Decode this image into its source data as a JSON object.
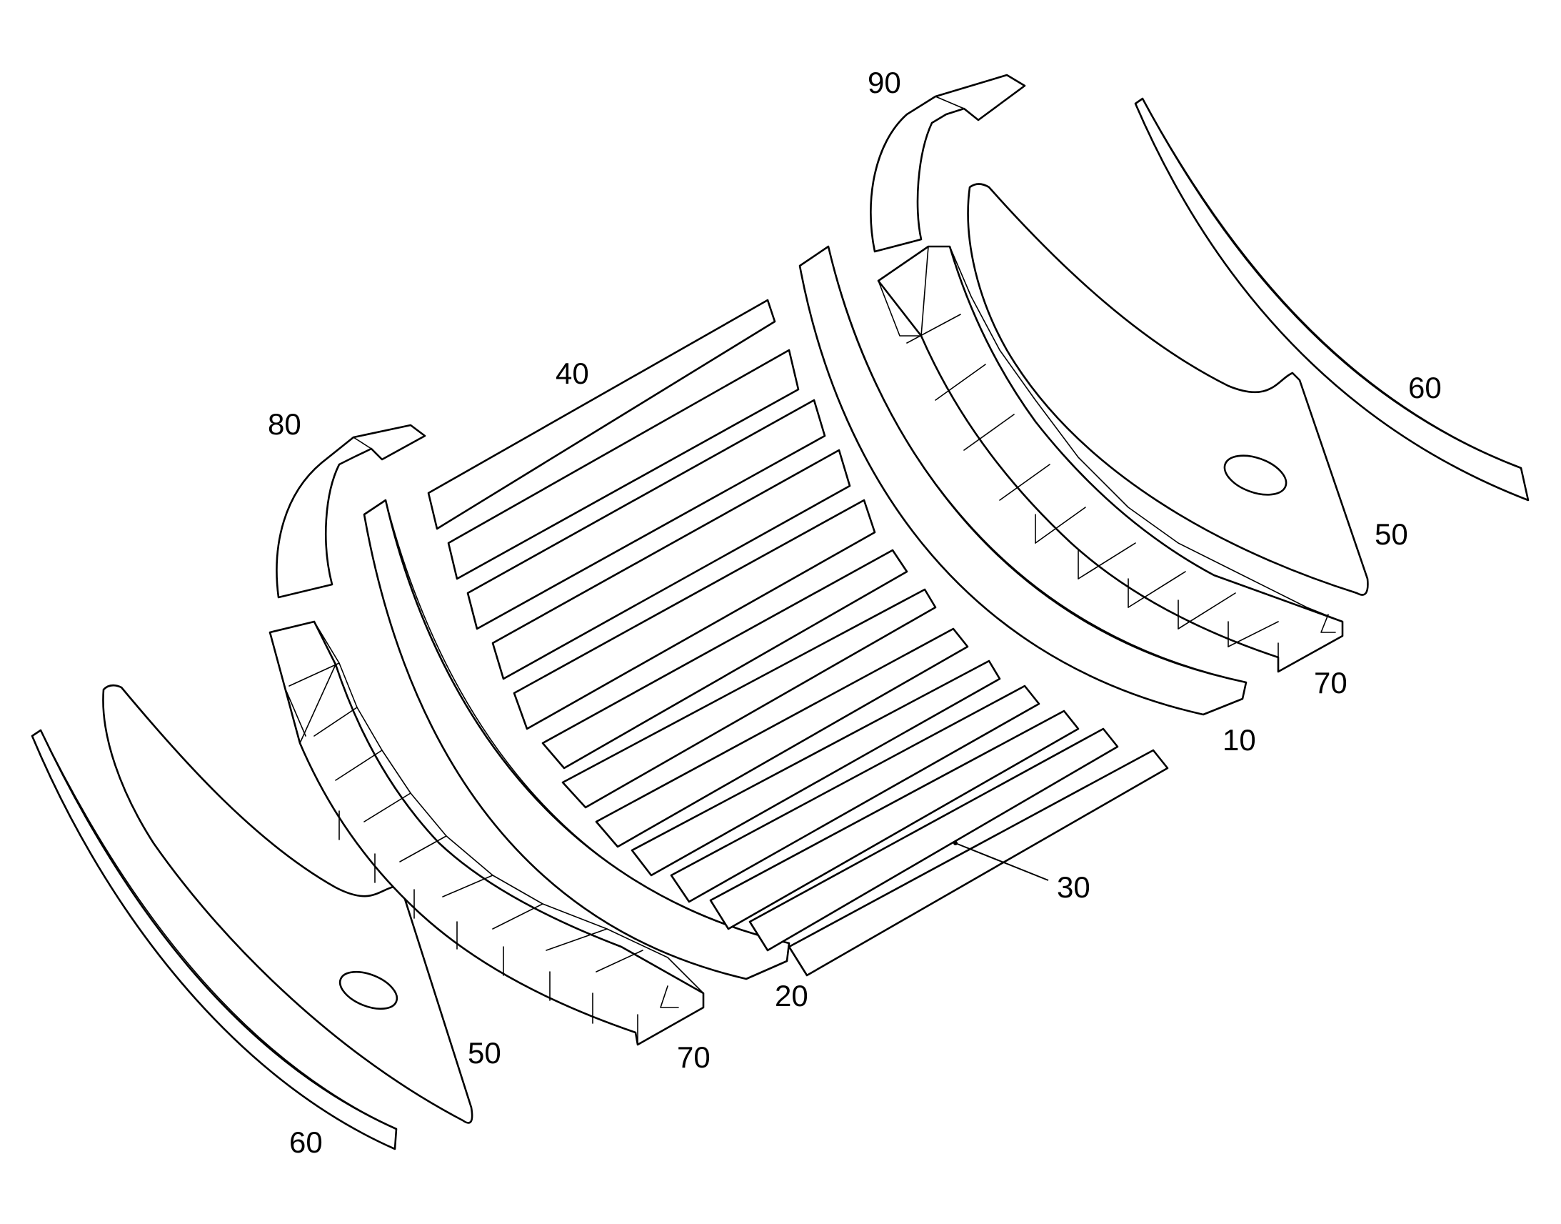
{
  "figure": {
    "labels": {
      "r10": "10",
      "r20": "20",
      "r30": "30",
      "r40": "40",
      "r50_left": "50",
      "r50_right": "50",
      "r60_left": "60",
      "r60_right": "60",
      "r70_left": "70",
      "r70_right": "70",
      "r80": "80",
      "r90": "90"
    },
    "line_color": "#000000",
    "background": "#ffffff"
  }
}
